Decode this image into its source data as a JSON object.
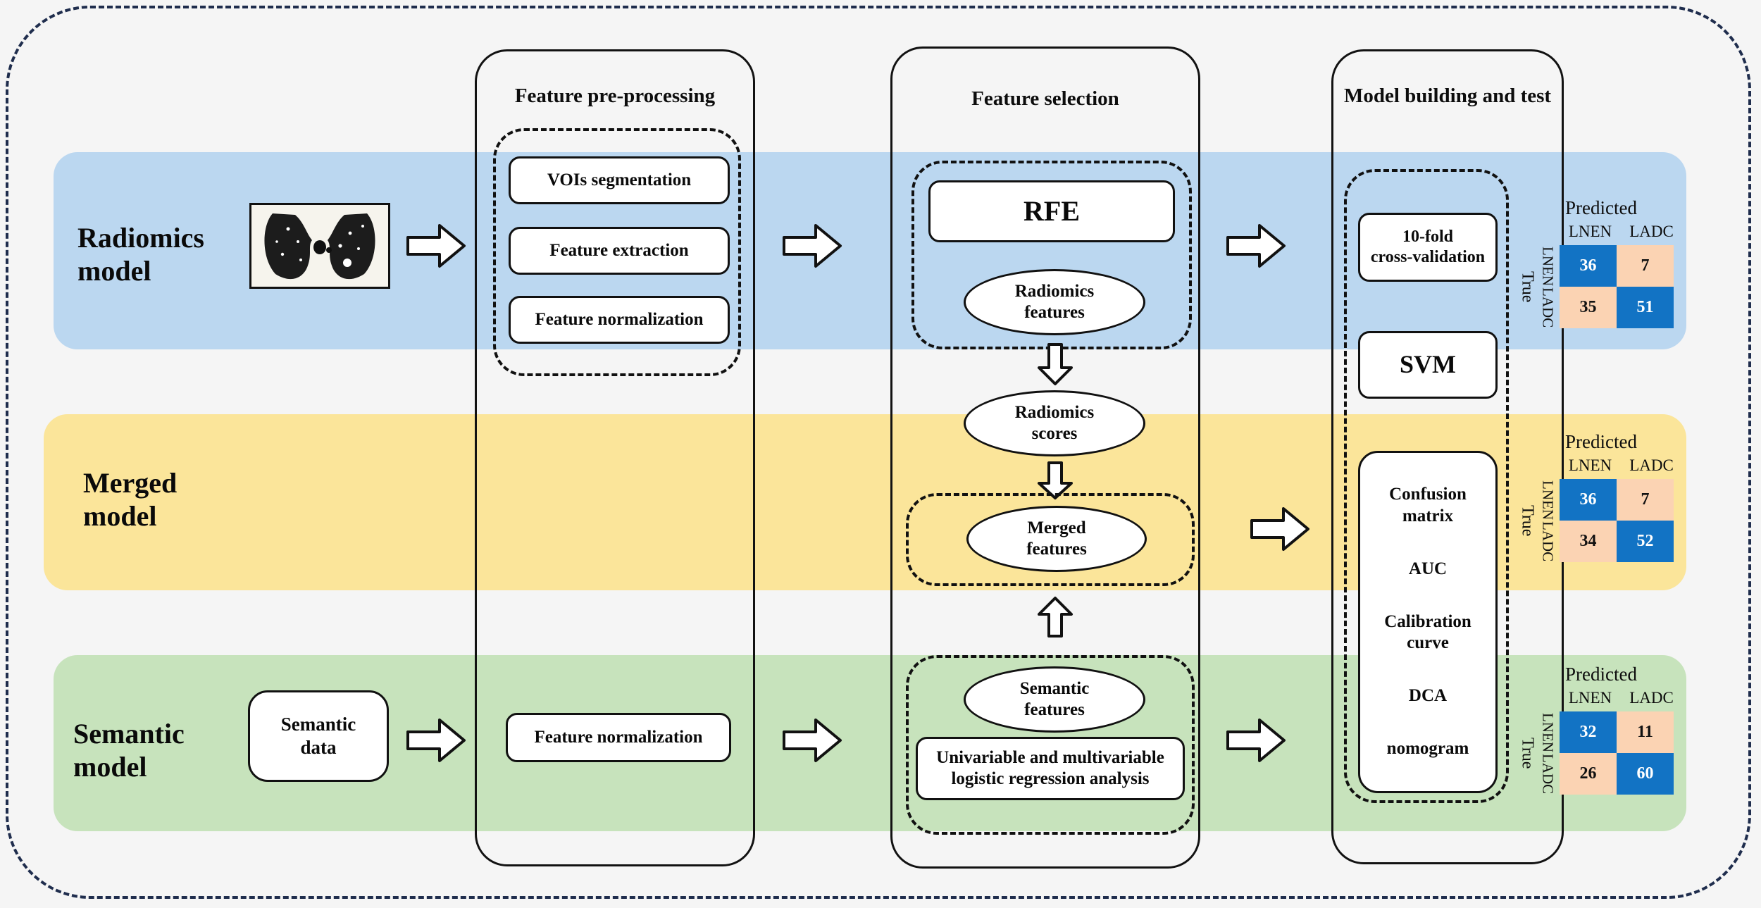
{
  "rows": [
    {
      "id": "radiomics",
      "label": "Radiomics\nmodel",
      "color": "#bbd7f0"
    },
    {
      "id": "merged",
      "label": "Merged\nmodel",
      "color": "#fbe59a"
    },
    {
      "id": "semantic",
      "label": "Semantic\nmodel",
      "color": "#c7e3bc"
    }
  ],
  "stages": {
    "preprocessing": {
      "title": "Feature pre-processing",
      "items": [
        "VOIs segmentation",
        "Feature extraction",
        "Feature normalization"
      ],
      "semantic_item": "Feature normalization"
    },
    "selection": {
      "title": "Feature selection",
      "rfe": "RFE",
      "radiomics_features": "Radiomics\nfeatures",
      "radiomics_scores": "Radiomics\nscores",
      "merged_features": "Merged\nfeatures",
      "semantic_features": "Semantic\nfeatures",
      "logistic": "Univariable and multivariable\nlogistic regression analysis"
    },
    "model_building": {
      "title": "Model building and test",
      "cross_validation": "10-fold\ncross-validation",
      "classifier": "SVM",
      "metrics": [
        "Confusion\nmatrix",
        "AUC",
        "Calibration\ncurve",
        "DCA",
        "nomogram"
      ]
    }
  },
  "inputs": {
    "ct_image": "lung-ct-scan",
    "semantic_data": "Semantic\ndata"
  },
  "confusion_matrices": [
    {
      "id": "radiomics",
      "predicted_label": "Predicted",
      "true_label": "True",
      "col_labels": [
        "LNEN",
        "LADC"
      ],
      "row_labels": [
        "LNEN",
        "LADC"
      ],
      "cells": [
        [
          "36",
          "7"
        ],
        [
          "35",
          "51"
        ]
      ]
    },
    {
      "id": "merged",
      "predicted_label": "Predicted",
      "true_label": "True",
      "col_labels": [
        "LNEN",
        "LADC"
      ],
      "row_labels": [
        "LNEN",
        "LADC"
      ],
      "cells": [
        [
          "36",
          "7"
        ],
        [
          "34",
          "52"
        ]
      ]
    },
    {
      "id": "semantic",
      "predicted_label": "Predicted",
      "true_label": "True",
      "col_labels": [
        "LNEN",
        "LADC"
      ],
      "row_labels": [
        "LNEN",
        "LADC"
      ],
      "cells": [
        [
          "32",
          "11"
        ],
        [
          "26",
          "60"
        ]
      ]
    }
  ],
  "colors": {
    "band_radiomics": "#bbd7f0",
    "band_merged": "#fbe59a",
    "band_semantic": "#c7e3bc",
    "cm_diagonal": "#1273c4",
    "cm_offdiagonal": "#fbd3b3",
    "frame": "#1f2d4d",
    "background": "#f5f5f5"
  }
}
